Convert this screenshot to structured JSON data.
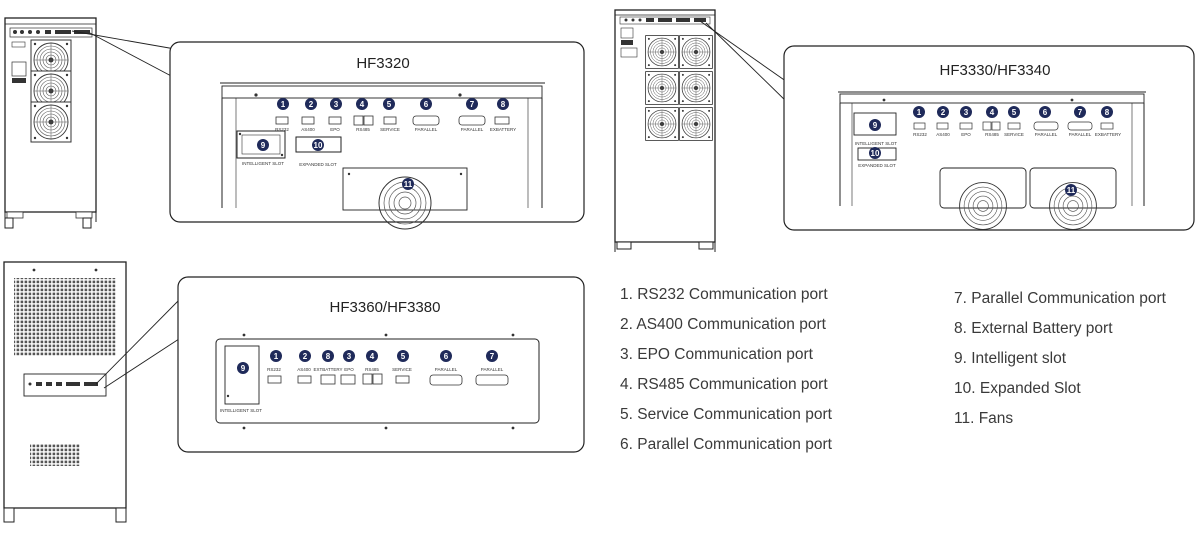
{
  "colors": {
    "badge": "#1f2a5a",
    "line": "#222222",
    "text": "#3a3a3a"
  },
  "panels": {
    "hf3320": {
      "title": "HF3320",
      "port_labels": [
        "RS232",
        "AS400",
        "EPO",
        "RS485",
        "SERVICE",
        "PARALLEL",
        "PARALLEL",
        "EXBATTERY"
      ],
      "slot_labels": [
        "INTELLIGENT SLOT",
        "EXPANDED SLOT"
      ]
    },
    "hf3330": {
      "title": "HF3330/HF3340",
      "port_labels": [
        "RS232",
        "AS400",
        "EPO",
        "RS485",
        "SERVICE",
        "PARALLEL",
        "PARALLEL",
        "EXBATTERY"
      ],
      "slot_labels": [
        "INTELLIGENT SLOT",
        "EXPANDED SLOT"
      ]
    },
    "hf3360": {
      "title": "HF3360/HF3380",
      "port_labels": [
        "RS232",
        "AS400",
        "EXTBATTERY",
        "EPO",
        "RS485",
        "SERVICE",
        "PARALLEL",
        "PARALLEL"
      ],
      "slot_labels": [
        "INTELLIGENT SLOT"
      ]
    }
  },
  "badges": [
    "1",
    "2",
    "3",
    "4",
    "5",
    "6",
    "7",
    "8",
    "9",
    "10",
    "11"
  ],
  "badges_hf3360": [
    "1",
    "2",
    "8",
    "3",
    "4",
    "5",
    "6",
    "7",
    "9"
  ],
  "legend": {
    "left": [
      "1. RS232 Communication port",
      "2. AS400 Communication port",
      "3. EPO Communication port",
      "4. RS485 Communication port",
      "5. Service Communication port",
      "6. Parallel Communication port"
    ],
    "right": [
      "7. Parallel Communication port",
      "8. External Battery port",
      "9. Intelligent slot",
      "10. Expanded Slot",
      "11. Fans"
    ]
  }
}
